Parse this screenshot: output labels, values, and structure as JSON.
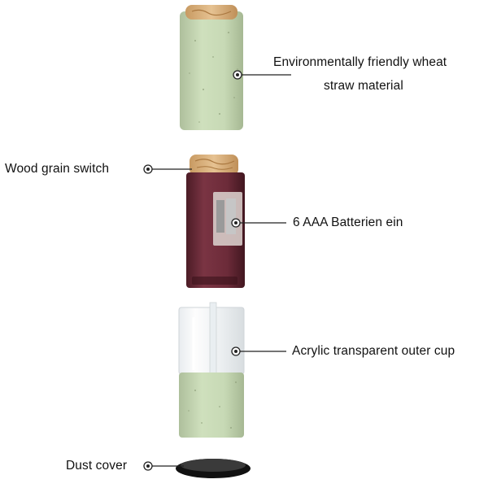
{
  "labels": {
    "material_line1": "Environmentally friendly wheat",
    "material_line2": "straw material",
    "switch": "Wood grain switch",
    "batteries": "6 AAA Batterien ein",
    "cup": "Acrylic transparent outer cup",
    "dust_cover": "Dust cover"
  },
  "colors": {
    "wheat_green": "#c6d9b4",
    "wood": "#d9b07a",
    "battery_body": "#6a2a37",
    "cover": "#2a2a2a"
  },
  "icons": {
    "callout_marker": "target-dot-icon"
  }
}
